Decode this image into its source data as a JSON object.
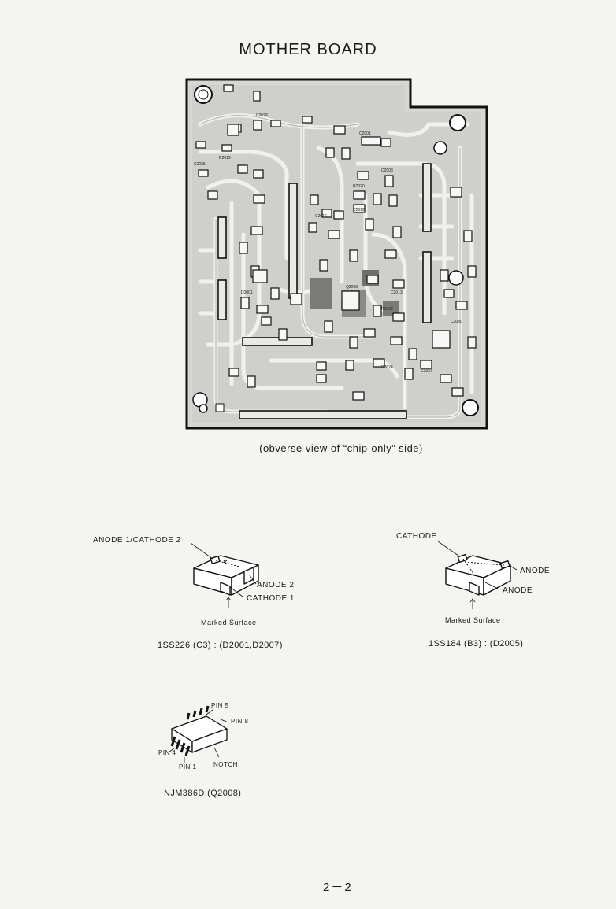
{
  "page": {
    "title": "MOTHER BOARD",
    "board_caption": "(obverse view of “chip-only” side)",
    "page_number": "2－2"
  },
  "diode_left": {
    "label_anode1_cathode2": "ANODE 1/CATHODE 2",
    "label_anode2": "ANODE 2",
    "label_cathode1": "CATHODE 1",
    "label_marked_surface": "Marked Surface",
    "part": "1SS226 (C3) : (D2001,D2007)"
  },
  "diode_right": {
    "label_cathode": "CATHODE",
    "label_anode_a": "ANODE",
    "label_anode_b": "ANODE",
    "label_marked_surface": "Marked Surface",
    "part": "1SS184 (B3) : (D2005)"
  },
  "ic": {
    "label_pin5": "PIN 5",
    "label_pin8": "PIN 8",
    "label_pin4": "PIN 4",
    "label_pin1": "PIN 1",
    "label_notch": "NOTCH",
    "part": "NJM386D (Q2008)"
  },
  "board_labels": {
    "c2028": "C2028",
    "c2001": "C2001",
    "r2019": "R2019",
    "c2025": "C2025",
    "c2008": "C2008",
    "r2020": "R2020",
    "c2012": "C2012",
    "q2008": "Q2008",
    "c2013": "C2013",
    "r2023": "R2023",
    "c2030": "C2030",
    "c2037": "C2037",
    "r2024": "R2024",
    "d2001": "D2001",
    "c2016": "C2016"
  },
  "colors": {
    "pcb_light": "#d6d6d3",
    "pcb_trace": "#ececea",
    "pcb_dark": "#7a7a78",
    "ink": "#1a1a1a"
  }
}
